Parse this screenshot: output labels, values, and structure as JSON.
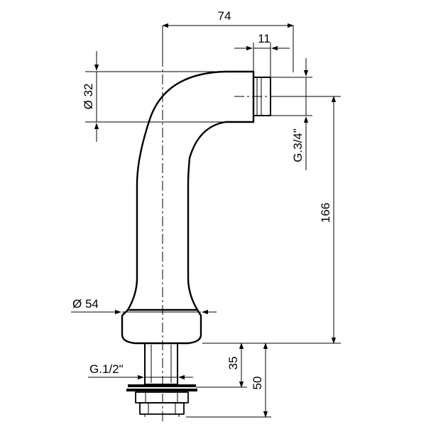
{
  "drawing": {
    "dimensions": {
      "outlet_length": "74",
      "outlet_thread_length": "11",
      "outlet_diameter": "Ø 32",
      "outlet_thread": "G.3/4\"",
      "height": "166",
      "base_diameter": "Ø 54",
      "inlet_thread": "G.1/2\"",
      "shank_length": "35",
      "total_below_base": "50"
    },
    "colors": {
      "line": "#000000",
      "background": "#ffffff"
    }
  }
}
